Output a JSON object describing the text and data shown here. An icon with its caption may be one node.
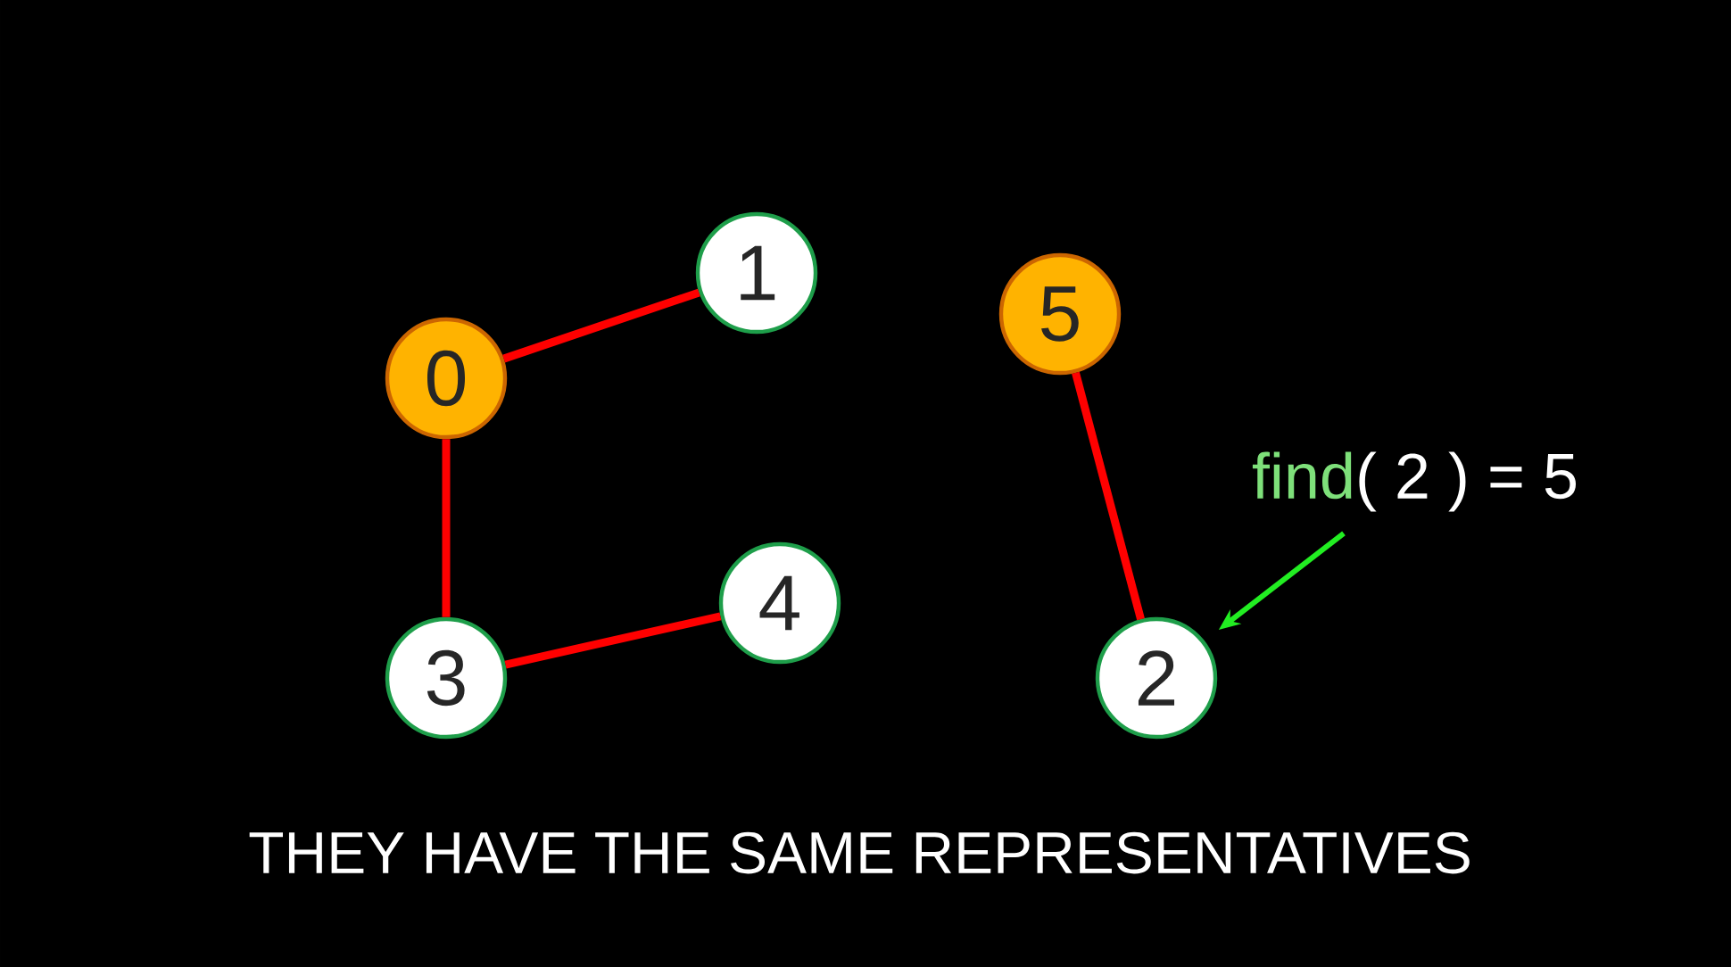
{
  "diagram": {
    "caption": "THEY HAVE THE SAME REPRESENTATIVES",
    "nodes": [
      {
        "text": [
          "0"
        ]
      },
      {
        "text": [
          "1"
        ]
      },
      {
        "text": [
          "3"
        ]
      },
      {
        "text": [
          "4"
        ]
      },
      {
        "text": [
          "5"
        ]
      },
      {
        "text": [
          "2"
        ]
      },
      {
        "text": [
          "find",
          "( 2 ) = 5"
        ]
      }
    ],
    "edges": [
      {
        "from": 0,
        "to": 1,
        "arrow": "none"
      },
      {
        "from": 0,
        "to": 2,
        "arrow": "none"
      },
      {
        "from": 2,
        "to": 3,
        "arrow": "none"
      },
      {
        "from": 4,
        "to": 5,
        "arrow": "none"
      },
      {
        "from": 6,
        "to": 5,
        "arrow": "to",
        "color": "#22ee22"
      }
    ]
  }
}
